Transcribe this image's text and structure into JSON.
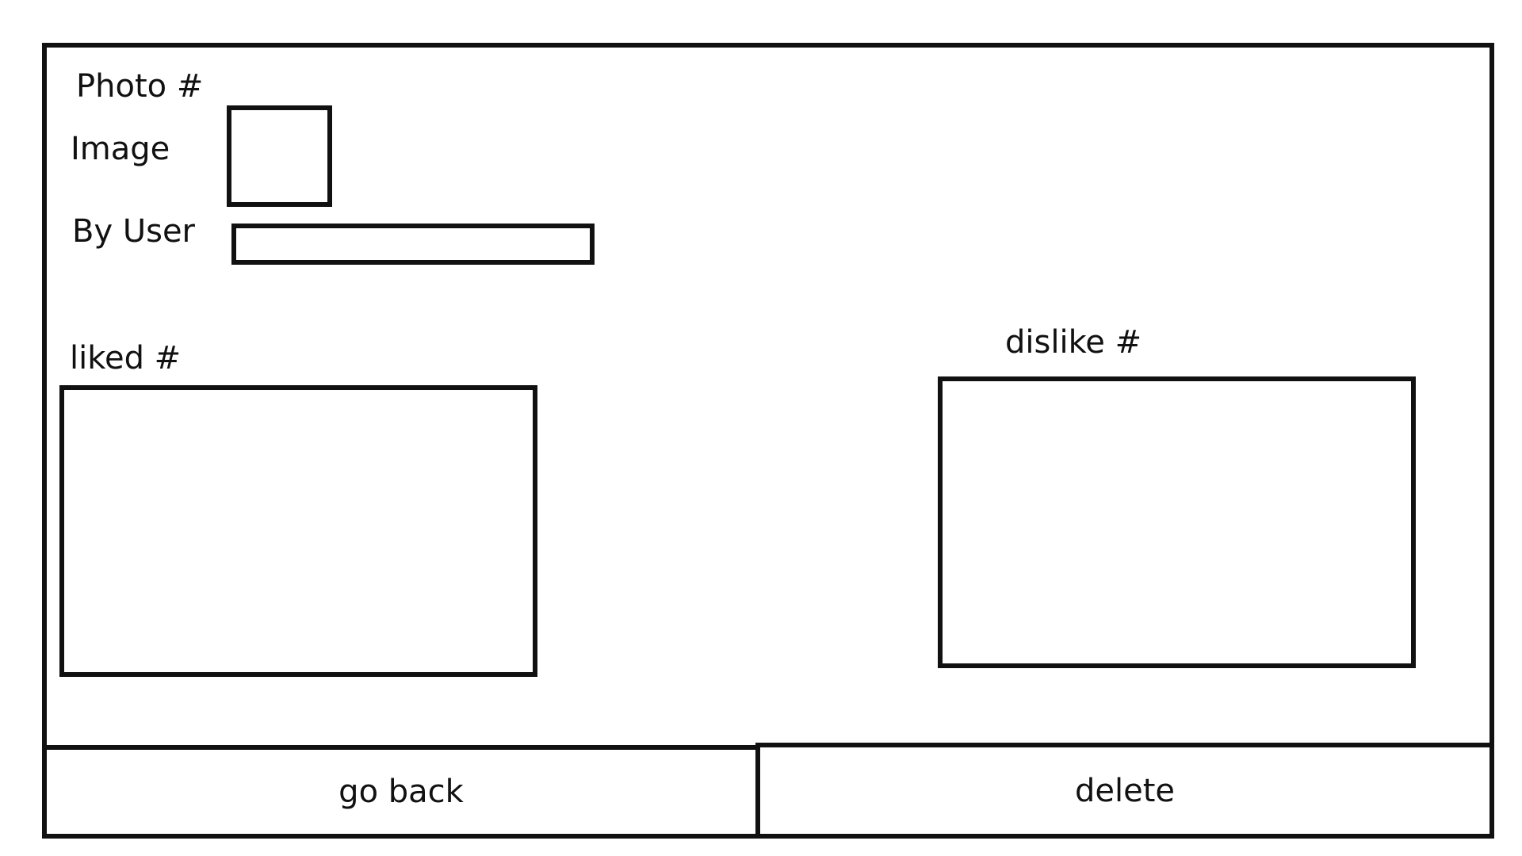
{
  "labels": {
    "photo": "Photo #",
    "image": "Image",
    "by_user": "By User",
    "liked": "liked #",
    "dislike": "dislike #"
  },
  "buttons": {
    "go_back": "go back",
    "delete": "delete"
  },
  "colors": {
    "line": "#111111",
    "background": "#ffffff"
  }
}
